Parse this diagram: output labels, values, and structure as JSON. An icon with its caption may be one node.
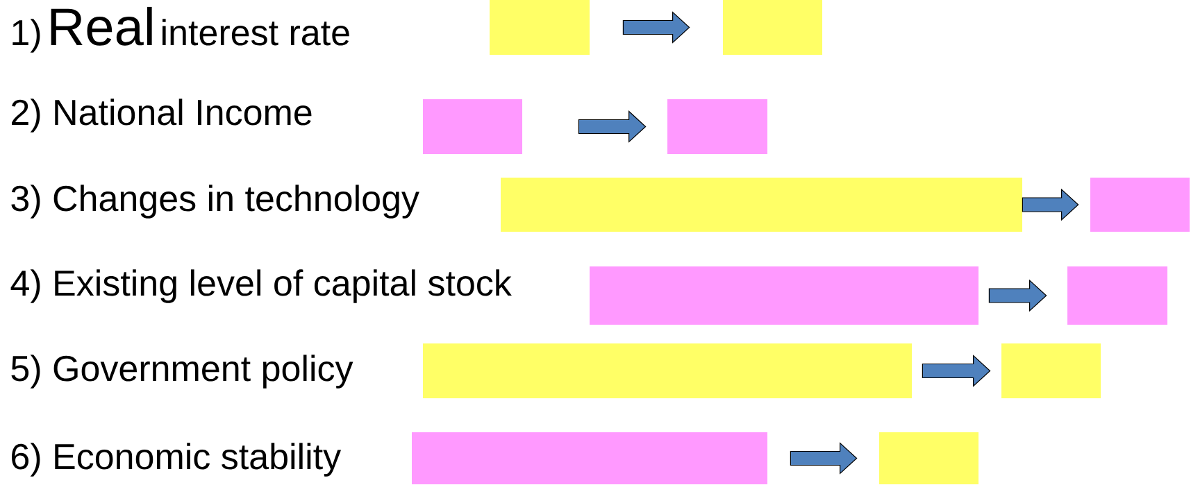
{
  "diagram": {
    "nodes": [
      {
        "text": [],
        "shape": "box"
      },
      {
        "text": [],
        "shape": "box"
      },
      {
        "text": [],
        "shape": "box"
      },
      {
        "text": [],
        "shape": "box"
      },
      {
        "text": [],
        "shape": "box"
      },
      {
        "text": [],
        "shape": "box"
      },
      {
        "text": [],
        "shape": "box"
      },
      {
        "text": [],
        "shape": "box"
      },
      {
        "text": [],
        "shape": "box"
      },
      {
        "text": [],
        "shape": "box"
      },
      {
        "text": [],
        "shape": "box"
      },
      {
        "text": [],
        "shape": "box"
      }
    ],
    "edges": [
      {
        "from": 0,
        "to": 1,
        "arrow": "to"
      },
      {
        "from": 2,
        "to": 3,
        "arrow": "to"
      },
      {
        "from": 4,
        "to": 5,
        "arrow": "to"
      },
      {
        "from": 6,
        "to": 7,
        "arrow": "to"
      },
      {
        "from": 8,
        "to": 9,
        "arrow": "to"
      },
      {
        "from": 10,
        "to": 11,
        "arrow": "to"
      }
    ],
    "labels": [
      "1)",
      "Real",
      "interest rate",
      "2) National Income",
      "3) Changes in technology",
      "4) Existing level of capital stock",
      "5) Government policy",
      "6) Economic stability"
    ]
  }
}
